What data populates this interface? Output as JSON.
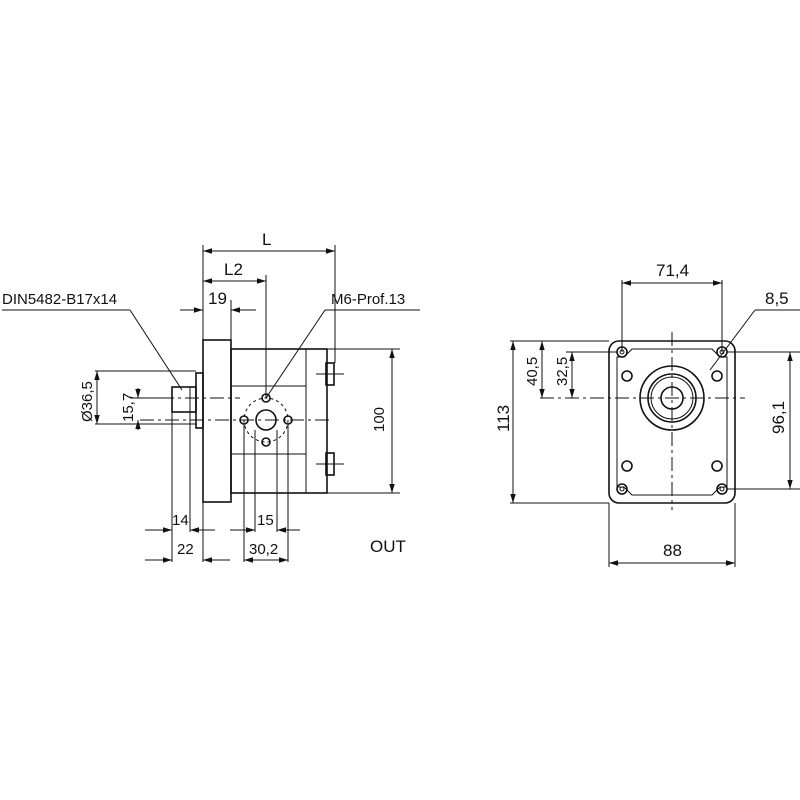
{
  "drawing": {
    "side_view": {
      "labels": {
        "L": "L",
        "L2": "L2",
        "dim_19": "19",
        "spline": "DIN5482-B17x14",
        "thread": "M6-Prof.13",
        "dia_36_5": "Ø36,5",
        "dim_15_7": "15,7",
        "dim_100": "100",
        "dim_14": "14",
        "dim_22": "22",
        "dim_15": "15",
        "dim_30_2": "30,2",
        "port": "OUT"
      }
    },
    "front_view": {
      "labels": {
        "dim_71_4": "71,4",
        "dim_8_5": "8,5",
        "dim_40_5": "40,5",
        "dim_32_5": "32,5",
        "dim_113": "113",
        "dim_96_1": "96,1",
        "dim_88": "88"
      }
    },
    "colors": {
      "line": "#111111",
      "background": "#ffffff"
    }
  }
}
